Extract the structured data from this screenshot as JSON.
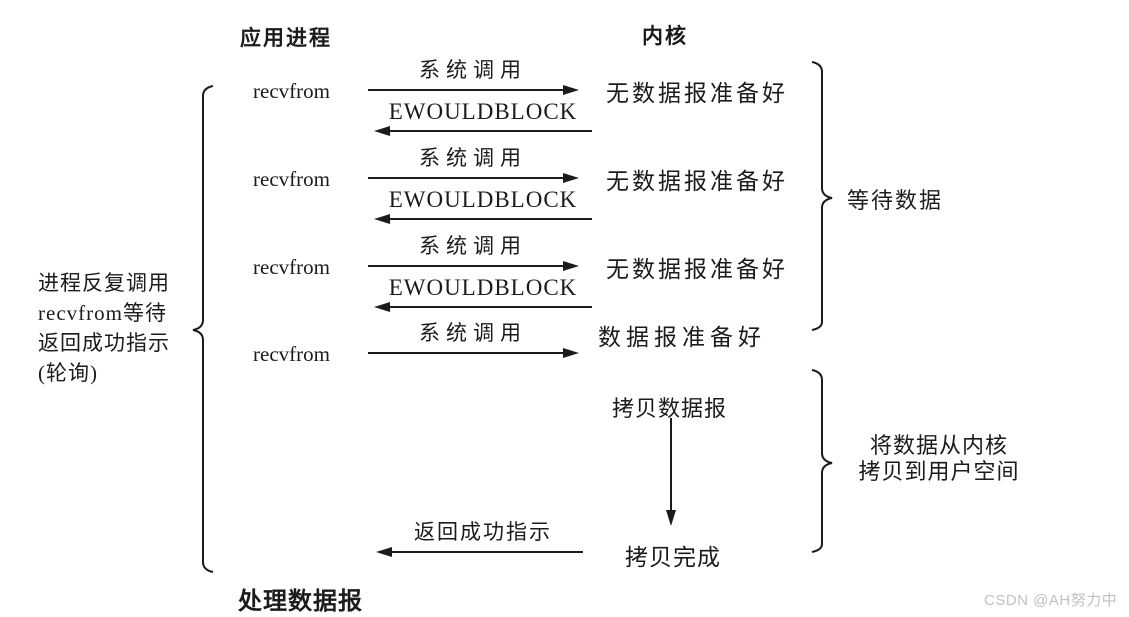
{
  "diagram": {
    "headers": {
      "application": "应用进程",
      "kernel": "内核"
    },
    "rows": [
      {
        "call": "recvfrom",
        "syscall": "系统调用",
        "error_return": "EWOULDBLOCK",
        "kernel_state": "无数据报准备好"
      },
      {
        "call": "recvfrom",
        "syscall": "系统调用",
        "error_return": "EWOULDBLOCK",
        "kernel_state": "无数据报准备好"
      },
      {
        "call": "recvfrom",
        "syscall": "系统调用",
        "error_return": "EWOULDBLOCK",
        "kernel_state": "无数据报准备好"
      },
      {
        "call": "recvfrom",
        "syscall": "系统调用",
        "kernel_state": "数据报准备好"
      }
    ],
    "copy_stage": {
      "copy_datagram": "拷贝数据报",
      "copy_complete": "拷贝完成",
      "return_success": "返回成功指示",
      "process_datagram": "处理数据报"
    },
    "left_note_lines": [
      "进程反复调用",
      "recvfrom等待",
      "返回成功指示",
      "(轮询)"
    ],
    "brace_labels": {
      "wait_for_data": "等待数据",
      "copy_from_kernel_line1": "将数据从内核",
      "copy_from_kernel_line2": "拷贝到用户空间"
    }
  },
  "watermark": "CSDN @AH努力中",
  "colors": {
    "ink": "#1b1b1b",
    "watermark": "#bfc1c5",
    "background": "#ffffff"
  }
}
